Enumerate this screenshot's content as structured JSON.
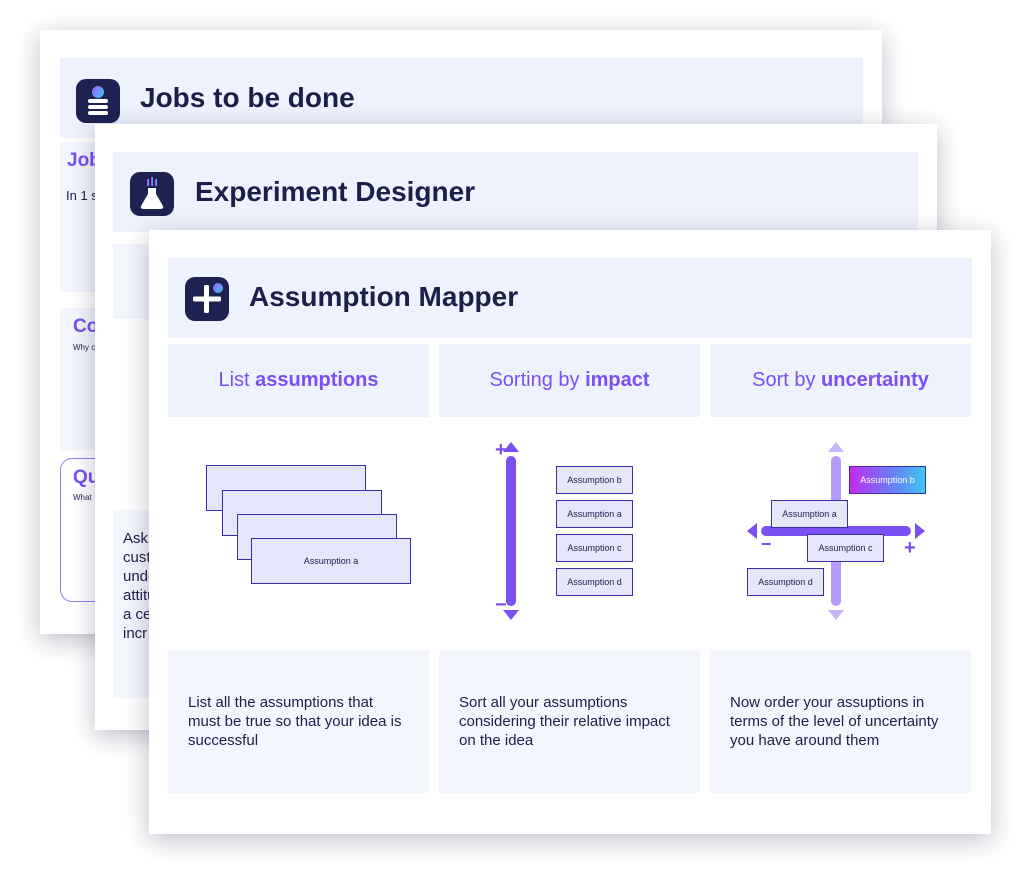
{
  "cards": {
    "jobs": {
      "title": "Jobs to be done",
      "section1": "Job",
      "section1_text": "In 1 s",
      "section2": "Co",
      "section2_text": "Why c",
      "section3": "Qu",
      "section3_text": "What"
    },
    "experiment": {
      "title": "Experiment Designer",
      "text": "Asking cust unde attitu a ce incr"
    },
    "assumption_mapper": {
      "title": "Assumption Mapper",
      "columns": [
        {
          "heading_plain": "List ",
          "heading_bold": "assumptions",
          "description": "List all the assumptions that must be true so that your idea is successful"
        },
        {
          "heading_plain": "Sorting by ",
          "heading_bold": "impact",
          "description": "Sort all your assumptions considering their relative impact on the idea"
        },
        {
          "heading_plain": "Sort by ",
          "heading_bold": "uncertainty",
          "description": "Now order your assuptions in terms of the level of uncertainty you have around them"
        }
      ],
      "list_card_label": "Assumption a",
      "impact_items": [
        "Assumption b",
        "Assumption a",
        "Assumption c",
        "Assumption d"
      ],
      "uncertainty_items": [
        "Assumption b",
        "Assumption a",
        "Assumption c",
        "Assumption d"
      ],
      "plus": "+",
      "minus": "−"
    }
  },
  "colors": {
    "accent": "#7b4ff0",
    "navy": "#1c1f4a",
    "header_bg": "#eef2fc",
    "box_fill": "#e5e6fa"
  }
}
